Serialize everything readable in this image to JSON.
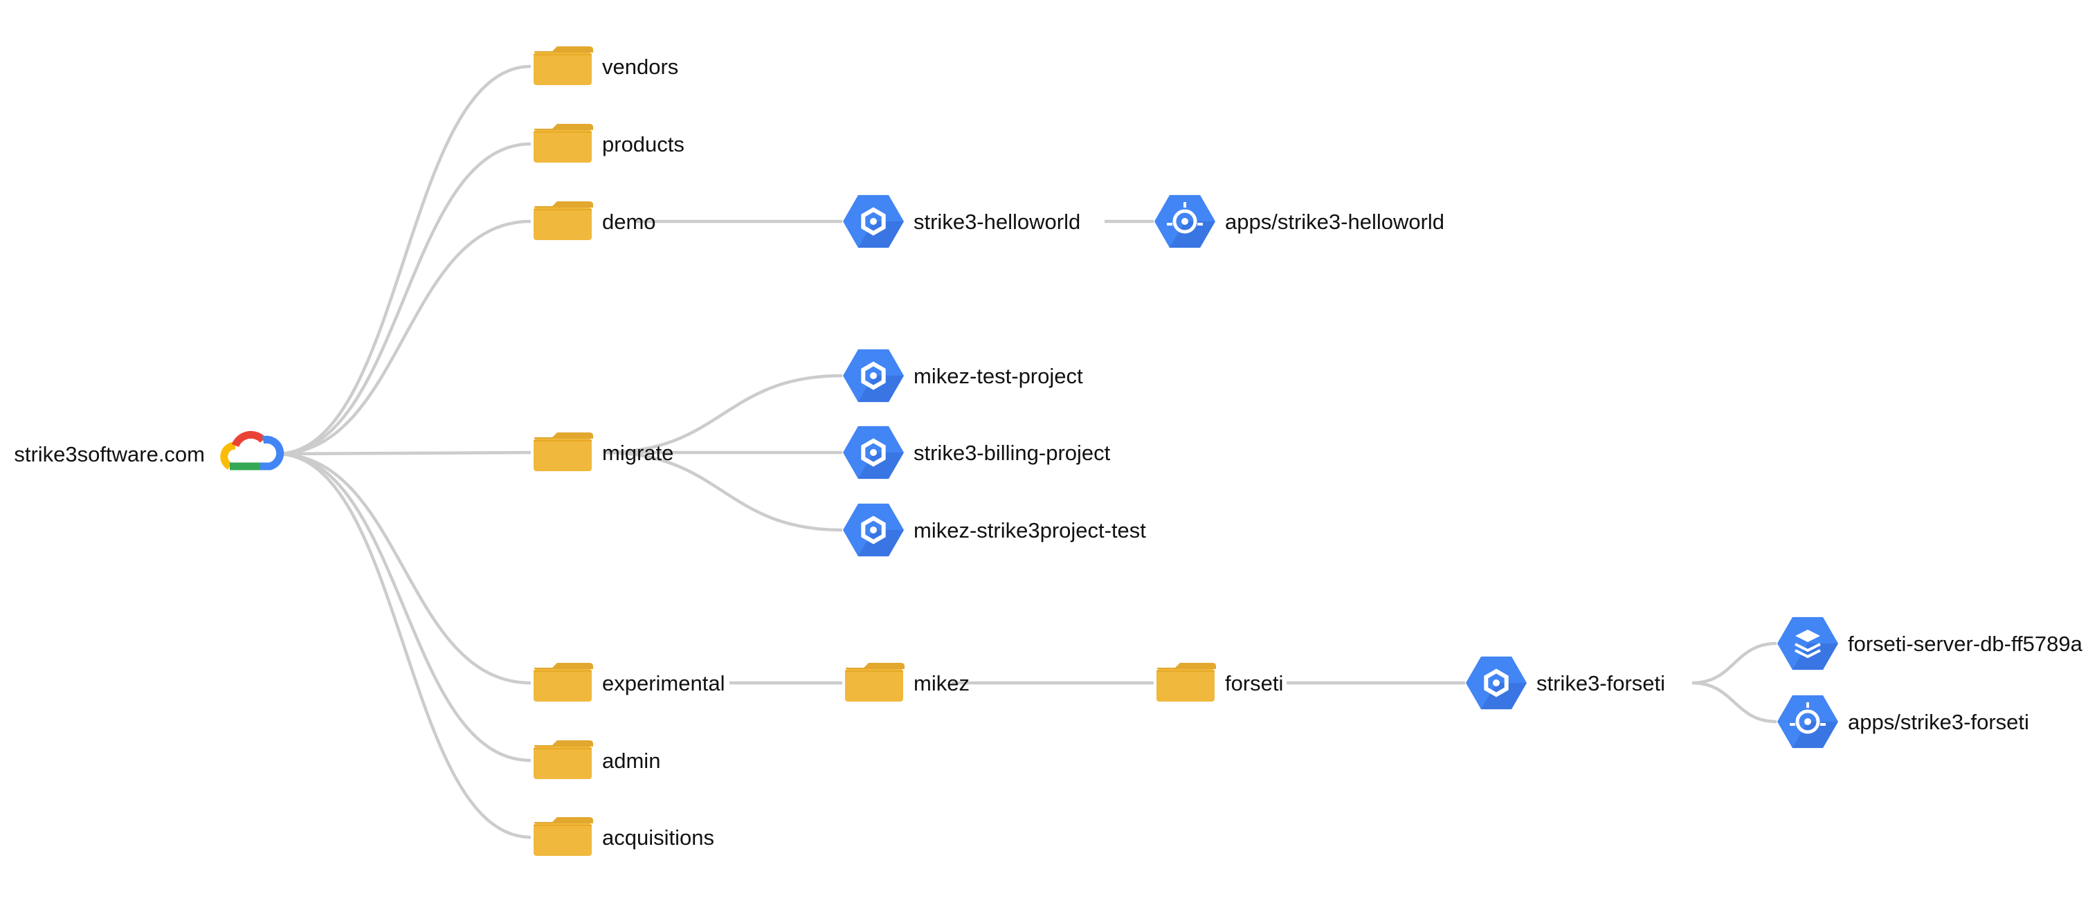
{
  "colors": {
    "edge": "#cccccc",
    "folder": "#f0b83c",
    "folder_tab": "#e2a82e",
    "gcp_blue": "#4285f4",
    "gcp_blue_dark": "#3367d6",
    "text": "#111111"
  },
  "tree": {
    "label": "strike3software.com",
    "icon": "google-cloud-logo-icon",
    "children": [
      {
        "label": "vendors",
        "icon": "folder-icon"
      },
      {
        "label": "products",
        "icon": "folder-icon"
      },
      {
        "label": "demo",
        "icon": "folder-icon",
        "children": [
          {
            "label": "strike3-helloworld",
            "icon": "gcp-project-icon",
            "children": [
              {
                "label": "apps/strike3-helloworld",
                "icon": "app-engine-icon"
              }
            ]
          }
        ]
      },
      {
        "label": "migrate",
        "icon": "folder-icon",
        "children": [
          {
            "label": "mikez-test-project",
            "icon": "gcp-project-icon"
          },
          {
            "label": "strike3-billing-project",
            "icon": "gcp-project-icon"
          },
          {
            "label": "mikez-strike3project-test",
            "icon": "gcp-project-icon"
          }
        ]
      },
      {
        "label": "experimental",
        "icon": "folder-icon",
        "children": [
          {
            "label": "mikez",
            "icon": "folder-icon",
            "children": [
              {
                "label": "forseti",
                "icon": "folder-icon",
                "children": [
                  {
                    "label": "strike3-forseti",
                    "icon": "gcp-project-icon",
                    "children": [
                      {
                        "label": "forseti-server-db-ff5789a",
                        "icon": "cloud-sql-icon"
                      },
                      {
                        "label": "apps/strike3-forseti",
                        "icon": "app-engine-icon"
                      }
                    ]
                  }
                ]
              }
            ]
          }
        ]
      },
      {
        "label": "admin",
        "icon": "folder-icon"
      },
      {
        "label": "acquisitions",
        "icon": "folder-icon"
      }
    ]
  }
}
